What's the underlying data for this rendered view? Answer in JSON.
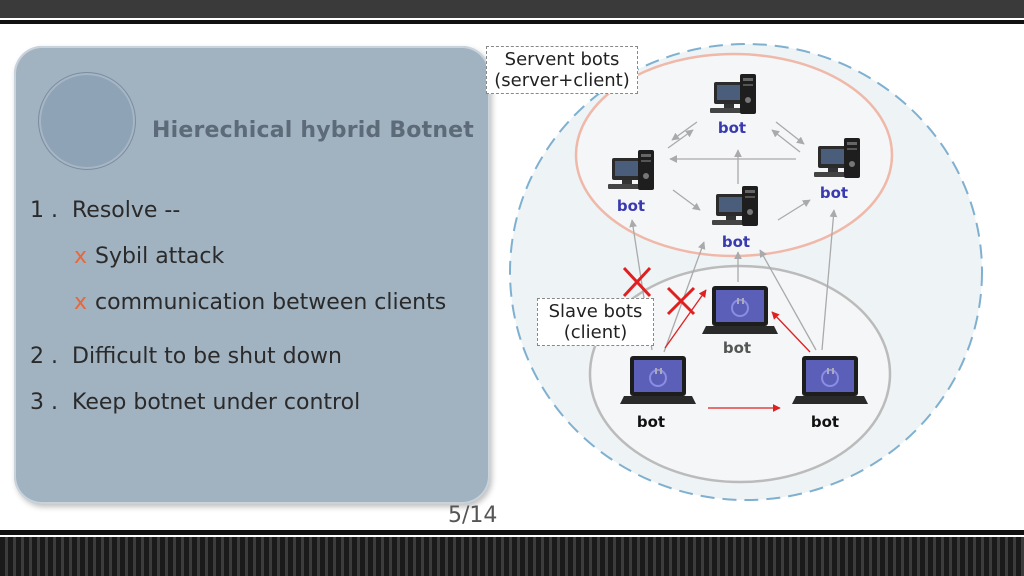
{
  "panel": {
    "title": "Hierechical  hybrid Botnet",
    "items": [
      {
        "num": "1 .",
        "text": "Resolve --"
      },
      {
        "mark": "x",
        "text": "Sybil attack"
      },
      {
        "mark": "x",
        "text": "communication between clients"
      },
      {
        "num": "2 .",
        "text": "Difficult to be shut down"
      },
      {
        "num": "3 .",
        "text": "Keep botnet under control"
      }
    ]
  },
  "diagram": {
    "servent_label_line1": "Servent bots",
    "servent_label_line2": "(server+client)",
    "slave_label_line1": "Slave bots",
    "slave_label_line2": "(client)",
    "node_label": "bot",
    "colors": {
      "red_arrow": "#e02020",
      "gray_arrow": "#aaaaaa",
      "outer_circle": "#7fb0d0",
      "servent_ring": "#f0b8a8",
      "slave_ring": "#bbbbbb"
    }
  },
  "footer": {
    "page": "5/14"
  }
}
